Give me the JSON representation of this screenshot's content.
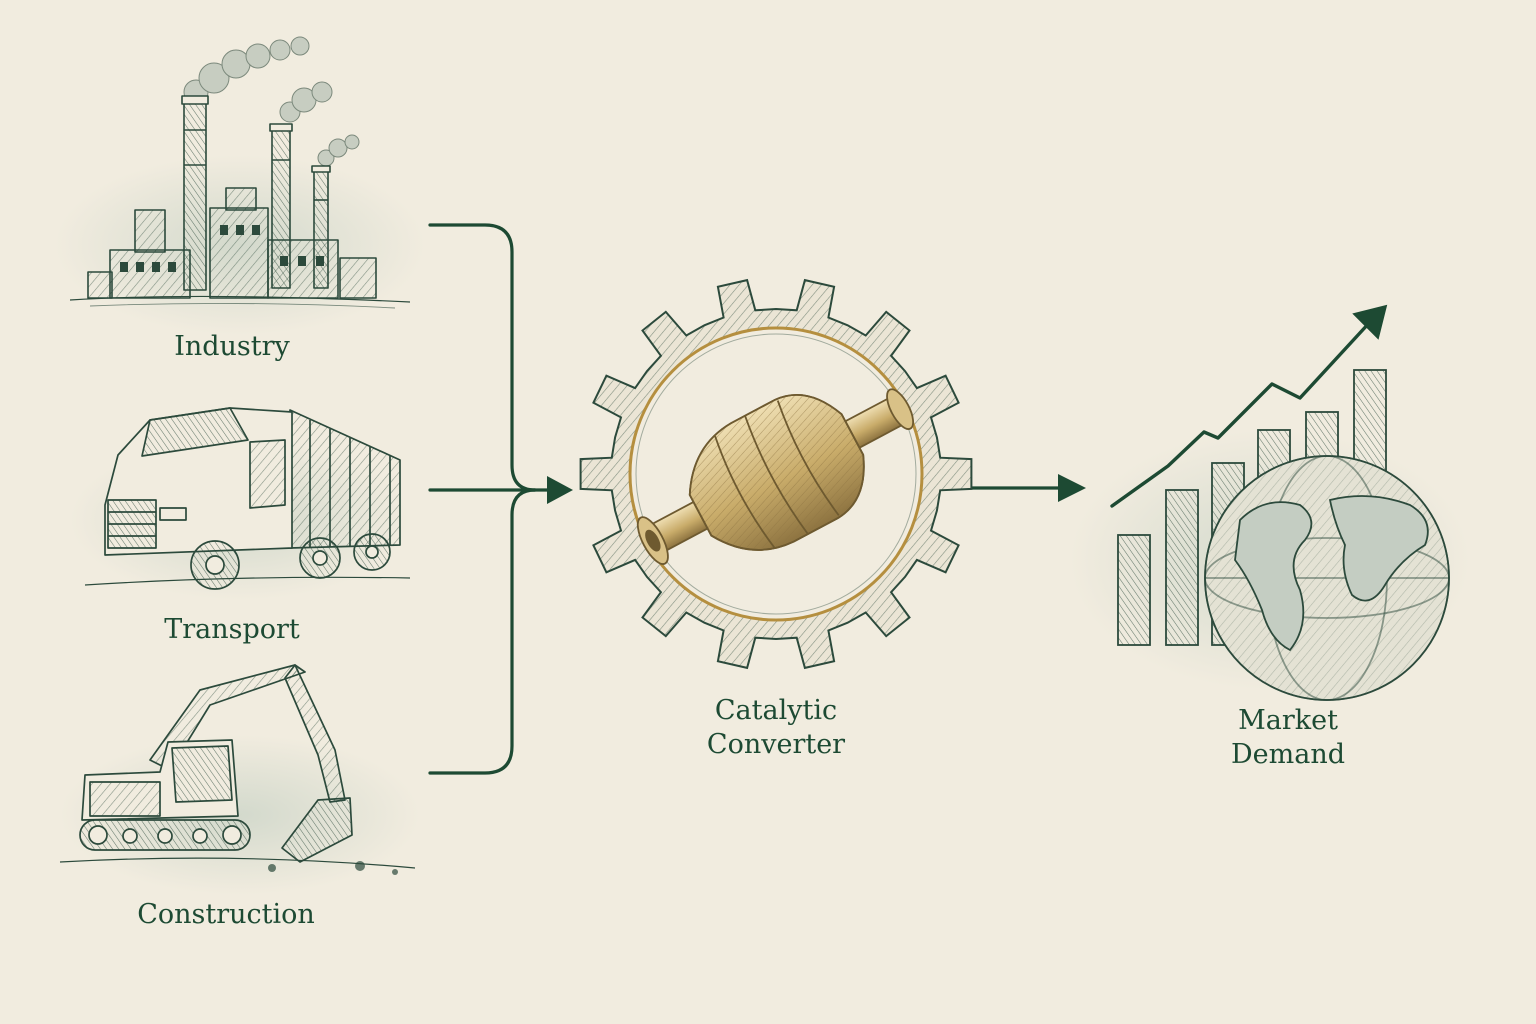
{
  "colors": {
    "background": "#f1ecdf",
    "ink": "#1d4a33",
    "sketch": "#2c4a3c",
    "wash": "#c9d3c6",
    "converter_gold": "#c9ac6a",
    "converter_shade": "#8d7340"
  },
  "sources": [
    {
      "label": "Industry",
      "icon": "factory-icon"
    },
    {
      "label": "Transport",
      "icon": "truck-icon"
    },
    {
      "label": "Construction",
      "icon": "excavator-icon"
    }
  ],
  "center": {
    "line1": "Catalytic",
    "line2": "Converter",
    "icon": "catalytic-converter-gear-icon"
  },
  "output": {
    "line1": "Market",
    "line2": "Demand",
    "icon": "rising-chart-globe-icon"
  }
}
